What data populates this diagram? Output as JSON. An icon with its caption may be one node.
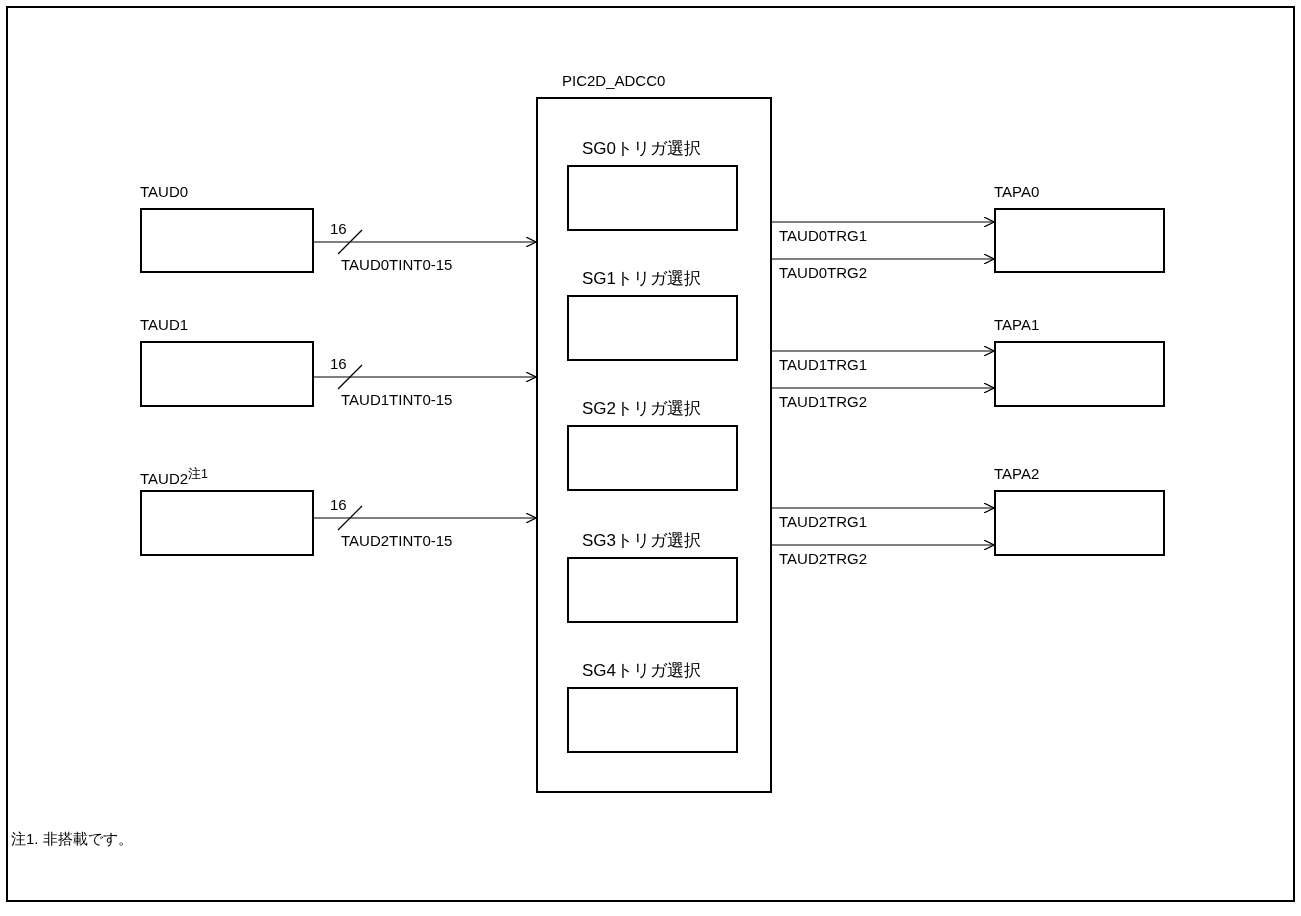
{
  "diagram": {
    "nodes": [
      {
        "text": [
          "PIC2D_ADCC0"
        ]
      },
      {
        "text": [
          "SG0トリガ選択"
        ],
        "in": 0
      },
      {
        "text": [
          "SG1トリガ選択"
        ],
        "in": 0
      },
      {
        "text": [
          "SG2トリガ選択"
        ],
        "in": 0
      },
      {
        "text": [
          "SG3トリガ選択"
        ],
        "in": 0
      },
      {
        "text": [
          "SG4トリガ選択"
        ],
        "in": 0
      },
      {
        "text": [
          "TAUD0"
        ]
      },
      {
        "text": [
          "TAUD1"
        ]
      },
      {
        "text": [
          "TAUD2$^{注1}$"
        ]
      },
      {
        "text": [
          "TAPA0"
        ]
      },
      {
        "text": [
          "TAPA1"
        ]
      },
      {
        "text": [
          "TAPA2"
        ]
      }
    ],
    "edges": [
      {
        "from": 6,
        "to": 0,
        "arrow": "to",
        "label": "TAUD0TINT0-15"
      },
      {
        "from": 7,
        "to": 0,
        "arrow": "to",
        "label": "TAUD1TINT0-15"
      },
      {
        "from": 8,
        "to": 0,
        "arrow": "to",
        "label": "TAUD2TINT0-15"
      },
      {
        "from": 0,
        "to": 9,
        "arrow": "to",
        "label": "TAUD0TRG1"
      },
      {
        "from": 0,
        "to": 9,
        "arrow": "to",
        "label": "TAUD0TRG2"
      },
      {
        "from": 0,
        "to": 10,
        "arrow": "to",
        "label": "TAUD1TRG1"
      },
      {
        "from": 0,
        "to": 10,
        "arrow": "to",
        "label": "TAUD1TRG2"
      },
      {
        "from": 0,
        "to": 11,
        "arrow": "to",
        "label": "TAUD2TRG1"
      },
      {
        "from": 0,
        "to": 11,
        "arrow": "to",
        "label": "TAUD2TRG2"
      }
    ],
    "labels": [
      "16",
      "16",
      "16",
      "注1. 非搭載です。"
    ]
  }
}
